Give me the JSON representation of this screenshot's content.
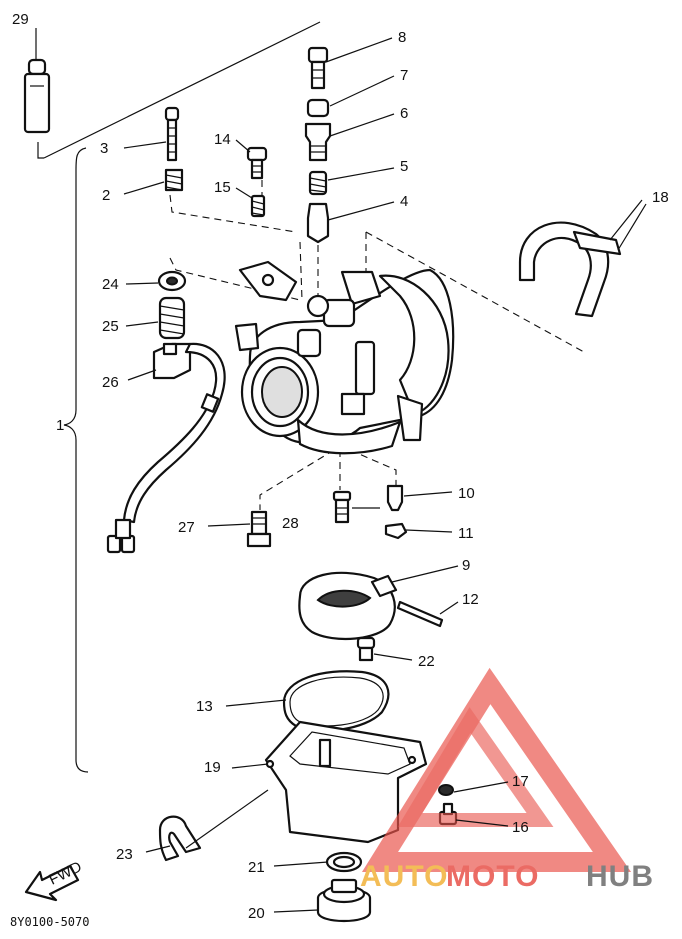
{
  "callouts": [
    "1",
    "2",
    "3",
    "4",
    "5",
    "6",
    "7",
    "8",
    "9",
    "10",
    "11",
    "12",
    "13",
    "14",
    "15",
    "16",
    "17",
    "18",
    "19",
    "20",
    "21",
    "22",
    "23",
    "24",
    "25",
    "26",
    "27",
    "28",
    "29"
  ],
  "direction_label": "FWD",
  "figure_code": "8Y0100-5070",
  "watermark": {
    "brand_left": "AUTO",
    "brand_mid": "MOTO",
    "brand_right": "HUB",
    "color_primary": "#e8524a",
    "color_secondary": "#f2b23a",
    "color_dark": "#6b6b6b"
  }
}
